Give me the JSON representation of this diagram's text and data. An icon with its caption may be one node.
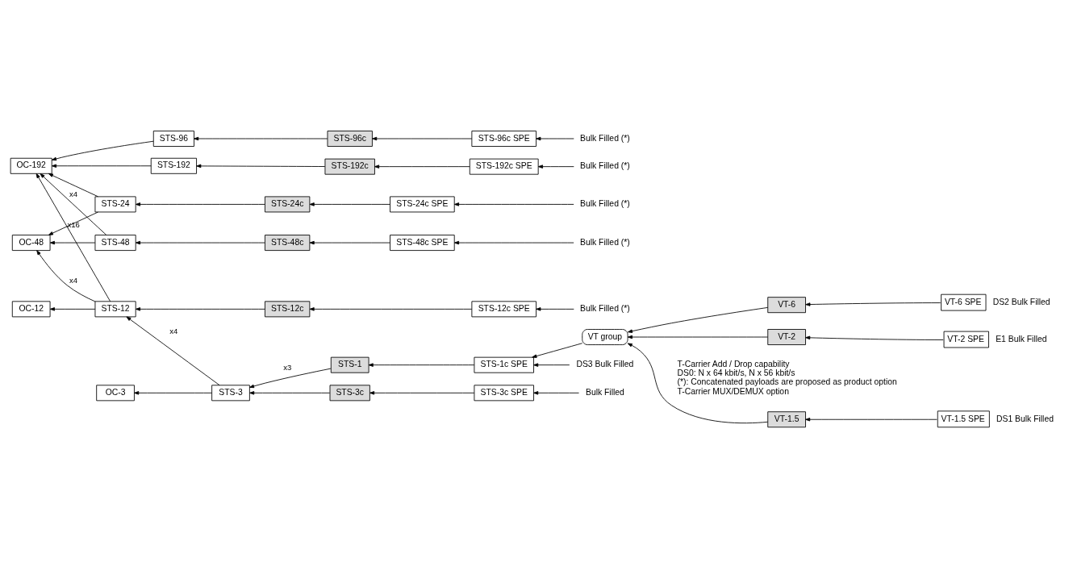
{
  "diagram": {
    "nodes": [
      {
        "text": [
          "OC-192"
        ]
      },
      {
        "text": [
          "STS-192"
        ]
      },
      {
        "text": [
          "STS-192c"
        ]
      },
      {
        "text": [
          "STS-192c SPE"
        ]
      },
      {
        "text": [
          "Bulk Filled (*)"
        ]
      },
      {
        "text": [
          "STS-96"
        ]
      },
      {
        "text": [
          "STS-96c"
        ]
      },
      {
        "text": [
          "STS-96c SPE"
        ]
      },
      {
        "text": [
          "Bulk Filled (*)"
        ]
      },
      {
        "text": [
          "OC-48"
        ]
      },
      {
        "text": [
          "STS-48"
        ]
      },
      {
        "text": [
          "STS-48c"
        ]
      },
      {
        "text": [
          "STS-48c SPE"
        ]
      },
      {
        "text": [
          "Bulk Filled (*)"
        ]
      },
      {
        "text": [
          "STS-24"
        ]
      },
      {
        "text": [
          "STS-24c"
        ]
      },
      {
        "text": [
          "STS-24c SPE"
        ]
      },
      {
        "text": [
          "Bulk Filled (*)"
        ]
      },
      {
        "text": [
          "OC-12"
        ]
      },
      {
        "text": [
          "STS-12"
        ]
      },
      {
        "text": [
          "STS-12c"
        ]
      },
      {
        "text": [
          "STS-12c SPE"
        ]
      },
      {
        "text": [
          "Bulk Filled (*)"
        ]
      },
      {
        "text": [
          "OC-3"
        ]
      },
      {
        "text": [
          "STS-3"
        ]
      },
      {
        "text": [
          "STS-3c"
        ]
      },
      {
        "text": [
          "STS-3c SPE"
        ]
      },
      {
        "text": [
          "Bulk Filled"
        ]
      },
      {
        "text": [
          "STS-1"
        ]
      },
      {
        "text": [
          "STS-1c SPE"
        ]
      },
      {
        "text": [
          "DS3 Bulk Filled"
        ]
      },
      {
        "text": [
          "VT group"
        ]
      },
      {
        "text": [
          "VT-6"
        ]
      },
      {
        "text": [
          "VT-6 SPE"
        ],
        "beside": [
          "DS2 Bulk Filled"
        ]
      },
      {
        "text": [
          "VT-2"
        ]
      },
      {
        "text": [
          "VT-2 SPE"
        ],
        "beside": [
          "E1 Bulk Filled"
        ]
      },
      {
        "text": [
          "VT-1.5"
        ]
      },
      {
        "text": [
          "VT-1.5 SPE"
        ],
        "beside": [
          "DS1 Bulk Filled"
        ]
      }
    ],
    "edges": [
      {
        "from": 4,
        "to": 3,
        "arrow": "to"
      },
      {
        "from": 3,
        "to": 2,
        "arrow": "to"
      },
      {
        "from": 2,
        "to": 1,
        "arrow": "to"
      },
      {
        "from": 1,
        "to": 0,
        "arrow": "to"
      },
      {
        "from": 8,
        "to": 7,
        "arrow": "to"
      },
      {
        "from": 7,
        "to": 6,
        "arrow": "to"
      },
      {
        "from": 6,
        "to": 5,
        "arrow": "to"
      },
      {
        "from": 5,
        "to": 0,
        "arrow": "to"
      },
      {
        "from": 13,
        "to": 12,
        "arrow": "to"
      },
      {
        "from": 12,
        "to": 11,
        "arrow": "to"
      },
      {
        "from": 11,
        "to": 10,
        "arrow": "to"
      },
      {
        "from": 10,
        "to": 0,
        "arrow": "to",
        "label": "x4"
      },
      {
        "from": 10,
        "to": 9,
        "arrow": "to"
      },
      {
        "from": 17,
        "to": 16,
        "arrow": "to"
      },
      {
        "from": 16,
        "to": 15,
        "arrow": "to"
      },
      {
        "from": 15,
        "to": 14,
        "arrow": "to"
      },
      {
        "from": 14,
        "to": 0,
        "arrow": "to"
      },
      {
        "from": 14,
        "to": 9,
        "arrow": "to"
      },
      {
        "from": 22,
        "to": 21,
        "arrow": "to"
      },
      {
        "from": 21,
        "to": 20,
        "arrow": "to"
      },
      {
        "from": 20,
        "to": 19,
        "arrow": "to"
      },
      {
        "from": 19,
        "to": 0,
        "arrow": "to",
        "label": "x16"
      },
      {
        "from": 19,
        "to": 9,
        "arrow": "to",
        "label": "x4"
      },
      {
        "from": 19,
        "to": 18,
        "arrow": "to"
      },
      {
        "from": 27,
        "to": 26,
        "arrow": "to"
      },
      {
        "from": 26,
        "to": 25,
        "arrow": "to"
      },
      {
        "from": 25,
        "to": 24,
        "arrow": "to"
      },
      {
        "from": 24,
        "to": 19,
        "arrow": "to",
        "label": "x4"
      },
      {
        "from": 24,
        "to": 23,
        "arrow": "to"
      },
      {
        "from": 30,
        "to": 29,
        "arrow": "to"
      },
      {
        "from": 29,
        "to": 28,
        "arrow": "to"
      },
      {
        "from": 28,
        "to": 24,
        "arrow": "to",
        "label": "x3"
      },
      {
        "from": 31,
        "to": 29,
        "arrow": "to"
      },
      {
        "from": 33,
        "to": 32,
        "arrow": "to"
      },
      {
        "from": 32,
        "to": 31,
        "arrow": "to"
      },
      {
        "from": 35,
        "to": 34,
        "arrow": "to"
      },
      {
        "from": 34,
        "to": 31,
        "arrow": "to"
      },
      {
        "from": 37,
        "to": 36,
        "arrow": "to"
      },
      {
        "from": 36,
        "to": 31,
        "arrow": "to"
      }
    ],
    "labels": [
      "T-Carrier Add / Drop capability",
      "DS0: N x 64 kbit/s, N x 56 kbit/s",
      "(*): Concatenated payloads are proposed as product option",
      "T-Carrier MUX/DEMUX option"
    ]
  }
}
